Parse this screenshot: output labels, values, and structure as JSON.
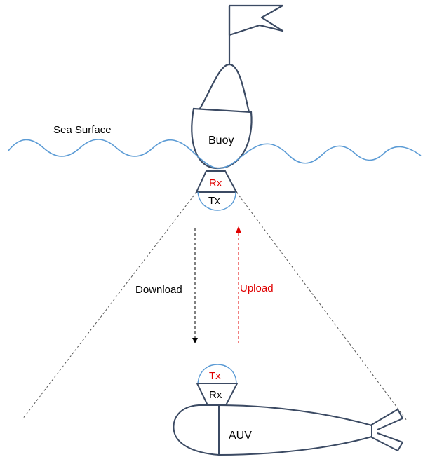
{
  "labels": {
    "sea_surface": "Sea Surface",
    "buoy": "Buoy",
    "buoy_rx": "Rx",
    "buoy_tx": "Tx",
    "download": "Download",
    "upload": "Upload",
    "auv_tx": "Tx",
    "auv_rx": "Rx",
    "auv": "AUV"
  },
  "colors": {
    "outline": "#3b4a63",
    "sea": "#5b9bd5",
    "transducer_arc": "#5b9bd5",
    "highlight": "#e00000",
    "text": "#000000",
    "download_arrow": "#000000",
    "upload_arrow": "#e00000",
    "beam": "#555555"
  }
}
